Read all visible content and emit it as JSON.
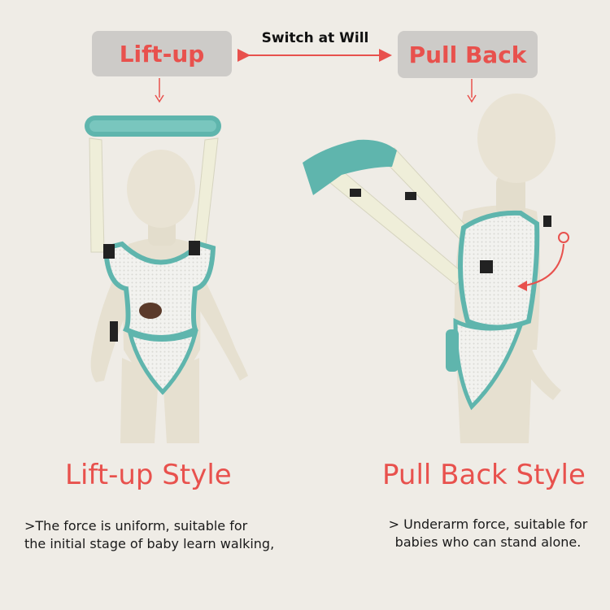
{
  "header": {
    "left_label": "Lift-up",
    "right_label": "Pull Back",
    "switch_label": "Switch at Will"
  },
  "styles": [
    {
      "title": "Lift-up Style",
      "description_line1": ">The force is uniform, suitable for",
      "description_line2": "the initial stage of baby learn walking,"
    },
    {
      "title": "Pull Back Style",
      "description_line1": "> Underarm force, suitable for",
      "description_line2": "babies who can stand alone."
    }
  ],
  "colors": {
    "accent": "#e8514d",
    "background": "#efece6",
    "label_bg": "#cdcbc8",
    "harness_teal": "#5fb5ad",
    "strap_cream": "#efeed9",
    "mannequin": "#e6e0d0"
  }
}
